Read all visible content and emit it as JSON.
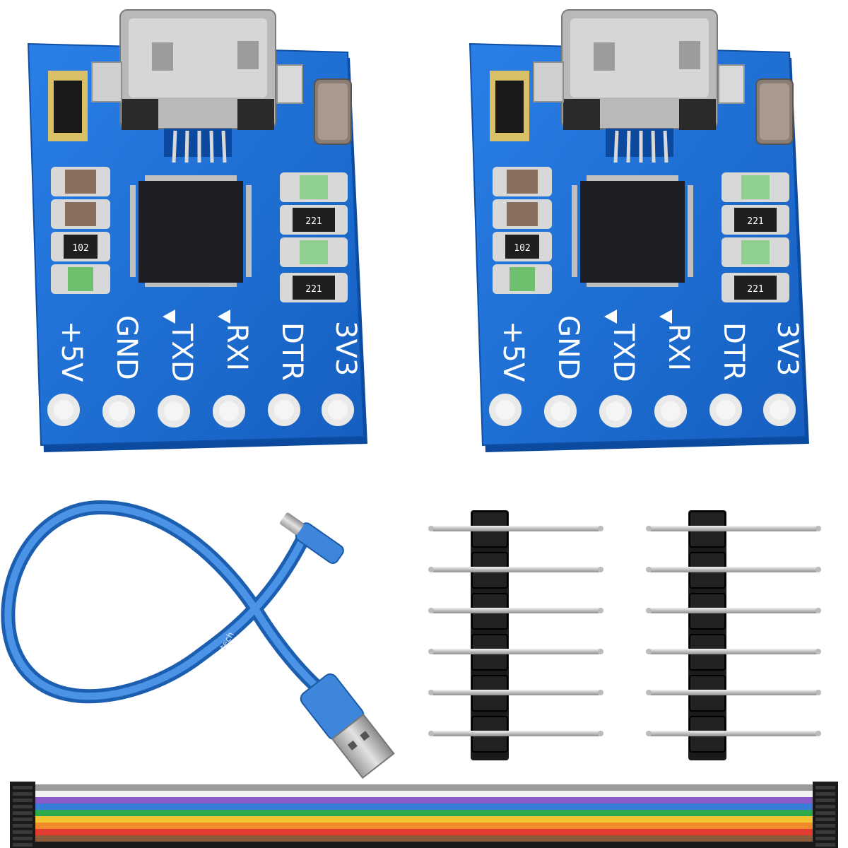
{
  "board_left": {
    "pins": [
      "+5V",
      "GND",
      "TXD",
      "RXI",
      "DTR",
      "3V3"
    ],
    "resistor_codes": [
      "102",
      "221",
      "221"
    ]
  },
  "board_right": {
    "pins": [
      "+5V",
      "GND",
      "TXD",
      "RXI",
      "DTR",
      "3V3"
    ],
    "resistor_codes": [
      "102",
      "221",
      "221"
    ]
  },
  "cable_print": "tech",
  "colors": {
    "pcb": "#1f6fd6",
    "pcb_edge": "#0d4ea6",
    "chip": "#1d1f24",
    "header_plastic": "#1a1a1a",
    "pin_metal": "#c9c9c9",
    "cable": "#2f7ad1"
  },
  "ribbon_colors": [
    "#9a9a9a",
    "#f2f2f2",
    "#8b5cc7",
    "#3b7bd8",
    "#2ea84f",
    "#f2c531",
    "#f08a2a",
    "#e33b2f",
    "#8a5a3a",
    "#1a1a1a"
  ],
  "header_pin_count": 6
}
